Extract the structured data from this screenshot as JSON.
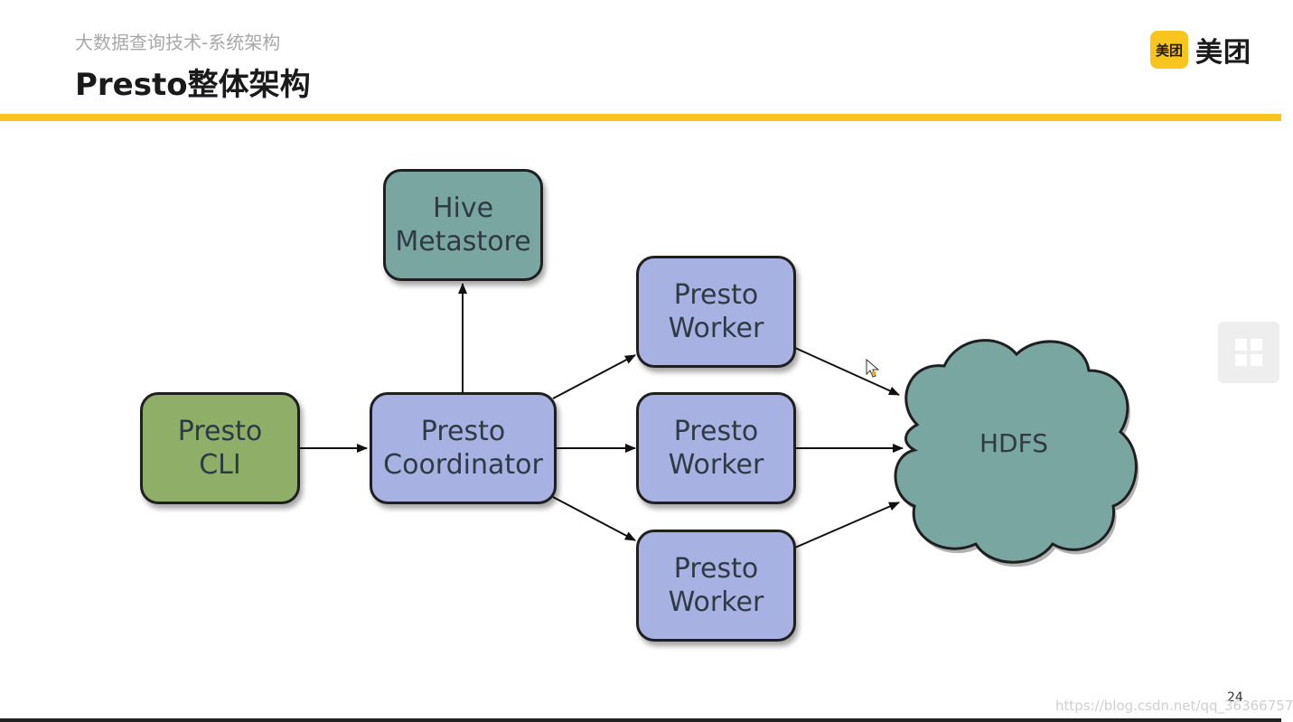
{
  "header": {
    "subtitle": "大数据查询技术-系统架构",
    "title": "Presto整体架构"
  },
  "logo": {
    "badge": "美团",
    "text": "美团"
  },
  "diagram": {
    "nodes": {
      "cli": "Presto\nCLI",
      "coordinator": "Presto\nCoordinator",
      "metastore": "Hive\nMetastore",
      "worker_top": "Presto\nWorker",
      "worker_mid": "Presto\nWorker",
      "worker_bottom": "Presto\nWorker",
      "hdfs": "HDFS"
    },
    "colors": {
      "cli": "#8fae67",
      "metastore_hdfs": "#7aa6a2",
      "presto": "#a7b1e2",
      "accent_rule": "#f7c51e"
    }
  },
  "footer": {
    "page_number": "24",
    "watermark": "https://blog.csdn.net/qq_36366757"
  }
}
